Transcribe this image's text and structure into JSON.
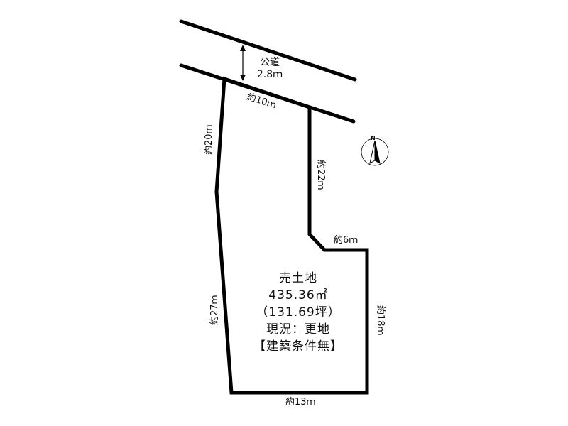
{
  "road": {
    "name": "公道",
    "width": "2.8ｍ"
  },
  "dimensions": {
    "top": "約10ｍ",
    "left_upper": "約20ｍ",
    "left_lower": "約27ｍ",
    "right_upper": "約22ｍ",
    "notch": "約6ｍ",
    "right_lower": "約18ｍ",
    "bottom": "約13ｍ"
  },
  "property": {
    "type": "売土地",
    "area_sqm": "435.36㎡",
    "area_tsubo": "（131.69坪）",
    "status": "現況：更地",
    "condition": "【建築条件無】"
  },
  "compass": {
    "north_label": "N",
    "icon": "north-arrow-icon"
  },
  "colors": {
    "line": "#000000",
    "background": "#ffffff"
  }
}
